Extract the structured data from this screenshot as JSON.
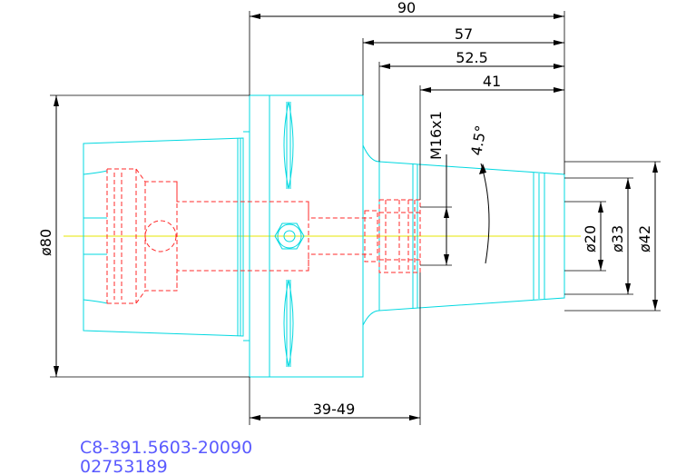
{
  "drawing": {
    "dimensions": {
      "d90": "90",
      "d57": "57",
      "d52_5": "52.5",
      "d41": "41",
      "thread": "M16x1",
      "angle": "4.5°",
      "dia80": "ø80",
      "dia20": "ø20",
      "dia33": "ø33",
      "dia42": "ø42",
      "range": "39-49"
    },
    "part_number": "C8-391.5603-20090",
    "item_number": "02753189"
  },
  "colors": {
    "outline": "#00d8e0",
    "hidden": "#ff2a2a",
    "centerline": "#e6e600",
    "dimension": "#000000",
    "label": "#5a5aff"
  }
}
